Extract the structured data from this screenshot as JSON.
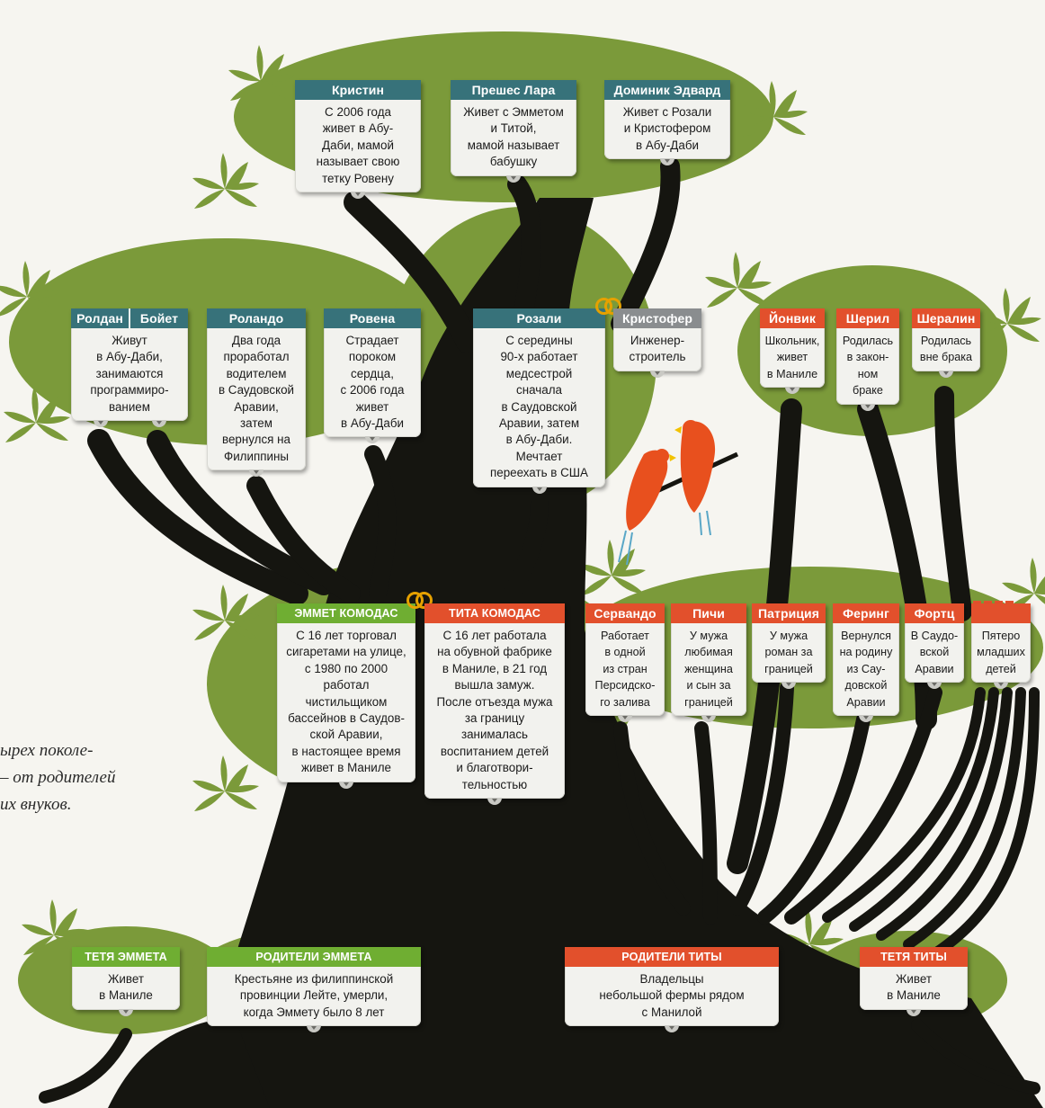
{
  "colors": {
    "background": "#f6f5f0",
    "trunk": "#151510",
    "foliage": "#7b9a3a",
    "header_teal": "#37727a",
    "header_red": "#e2502c",
    "header_green": "#6fae32",
    "header_grey": "#8a8d8f",
    "rings": "#e6a100",
    "parrot": "#e8501e"
  },
  "side_note": "ырех поколе-\n– от родителей\nих внуков.",
  "cards": [
    {
      "id": "kristin",
      "name": "Кристин",
      "text": "С 2006 года\nживет в Абу-\nДаби, мамой\nназывает свою\nтетку Ровену",
      "color": "teal"
    },
    {
      "id": "preshes",
      "name": "Прешес Лара",
      "text": "Живет с Эмметом\nи Титой,\nмамой называет\nбабушку",
      "color": "teal"
    },
    {
      "id": "dominik",
      "name": "Доминик Эдвард",
      "text": "Живет с Розали\nи Кристофером\nв Абу-Даби",
      "color": "teal"
    },
    {
      "id": "roldan_boyet",
      "name": "Ролдан",
      "name2": "Бойет",
      "text": "Живут\nв Абу-Даби,\nзанимаются\nпрограммиро-\nванием",
      "color": "teal"
    },
    {
      "id": "rolando",
      "name": "Роландо",
      "text": "Два года\nпроработал\nводителем\nв Саудовской\nАравии,\nзатем\nвернулся на\nФилиппины",
      "color": "teal"
    },
    {
      "id": "rovena",
      "name": "Ровена",
      "text": "Страдает\nпороком\nсердца,\nс 2006 года\nживет\nв Абу-Даби",
      "color": "teal"
    },
    {
      "id": "rozali",
      "name": "Розали",
      "text": "С середины\n90-х работает\nмедсестрой\nсначала\nв Саудовской\nАравии, затем\nв Абу-Даби.\nМечтает\nпереехать в США",
      "color": "teal"
    },
    {
      "id": "kristofer",
      "name": "Кристофер",
      "text": "Инженер-\nстроитель",
      "color": "grey"
    },
    {
      "id": "yonvik",
      "name": "Йонвик",
      "text": "Школьник,\nживет\nв Маниле",
      "color": "red"
    },
    {
      "id": "sheril",
      "name": "Шерил",
      "text": "Родилась\nв закон-\nном\nбраке",
      "color": "red"
    },
    {
      "id": "sheralin",
      "name": "Шералин",
      "text": "Родилась\nвне брака",
      "color": "red"
    },
    {
      "id": "emmet",
      "name": "ЭММЕТ КОМОДАС",
      "text": "С 16 лет торговал\nсигаретами на улице,\nс 1980 по 2000\nработал\nчистильщиком\nбассейнов в Саудов-\nской Аравии,\nв настоящее время\nживет в Маниле",
      "color": "green"
    },
    {
      "id": "tita",
      "name": "ТИТА КОМОДАС",
      "text": "С 16 лет работала\nна обувной фабрике\nв Маниле, в 21 год\nвышла замуж.\nПосле отъезда мужа\nза границу\nзанималась\nвоспитанием детей\nи благотвори-\nтельностью",
      "color": "red"
    },
    {
      "id": "servando",
      "name": "Сервандо",
      "text": "Работает\nв одной\nиз стран\nПерсидско-\nго залива",
      "color": "red"
    },
    {
      "id": "pichi",
      "name": "Пичи",
      "text": "У мужа\nлюбимая\nженщина\nи сын за\nграницей",
      "color": "red"
    },
    {
      "id": "patriciya",
      "name": "Патриция",
      "text": "У мужа\nроман за\nграницей",
      "color": "red"
    },
    {
      "id": "fering",
      "name": "Феринг",
      "text": "Вернулся\nна родину\nиз Сау-\nдовской\nАравии",
      "color": "red"
    },
    {
      "id": "fortc",
      "name": "Фортц",
      "text": "В Саудо-\nвской\nАравии",
      "color": "red"
    },
    {
      "id": "pyatero",
      "name": "",
      "text": "Пятеро\nмладших\nдетей",
      "color": "red"
    },
    {
      "id": "tetya_emmeta",
      "name": "ТЕТЯ ЭММЕТА",
      "text": "Живет\nв Маниле",
      "color": "green"
    },
    {
      "id": "roditeli_emmeta",
      "name": "РОДИТЕЛИ ЭММЕТА",
      "text": "Крестьяне из филиппинской\nпровинции Лейте, умерли,\nкогда Эммету было 8 лет",
      "color": "green"
    },
    {
      "id": "roditeli_tity",
      "name": "РОДИТЕЛИ ТИТЫ",
      "text": "Владельцы\nнебольшой фермы рядом\nс Манилой",
      "color": "red"
    },
    {
      "id": "tetya_tity",
      "name": "ТЕТЯ ТИТЫ",
      "text": "Живет\nв Маниле",
      "color": "red"
    }
  ]
}
